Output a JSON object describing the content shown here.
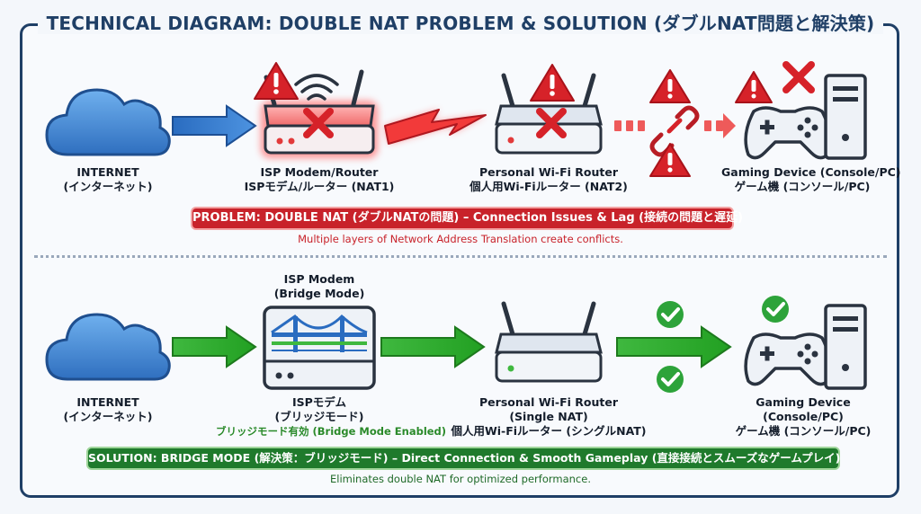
{
  "title": "TECHNICAL DIAGRAM: DOUBLE NAT PROBLEM & SOLUTION (ダブルNAT問題と解決策)",
  "problem": {
    "internet": {
      "line1": "INTERNET",
      "line2": "(インターネット)"
    },
    "isp": {
      "line1": "ISP Modem/Router",
      "line2": "ISPモデム/ルーター (NAT1)"
    },
    "router": {
      "line1": "Personal Wi-Fi Router",
      "line2": "個人用Wi-Fiルーター (NAT2)"
    },
    "gaming": {
      "line1": "Gaming Device (Console/PC)",
      "line2": "ゲーム機 (コンソール/PC)"
    },
    "banner": "PROBLEM:  DOUBLE NAT (ダブルNATの問題) – Connection Issues & Lag (接続の問題と遅延)",
    "note": "Multiple layers of Network Address Translation create conflicts."
  },
  "solution": {
    "modem_top": {
      "line1": "ISP Modem",
      "line2": "(Bridge Mode)"
    },
    "internet": {
      "line1": "INTERNET",
      "line2": "(インターネット)"
    },
    "isp": {
      "line1": "ISPモデム",
      "line2": "(ブリッジモード)",
      "line3": "ブリッジモード有効 (Bridge Mode Enabled)"
    },
    "router": {
      "line1": "Personal Wi-Fi Router",
      "line2": "(Single NAT)",
      "line3": "個人用Wi-Fiルーター (シングルNAT)"
    },
    "gaming": {
      "line1": "Gaming Device",
      "line2": "(Console/PC)",
      "line3": "ゲーム機 (コンソール/PC)"
    },
    "banner": "SOLUTION: BRIDGE MODE (解決策：ブリッジモード) – Direct Connection & Smooth Gameplay (直接接続とスムーズなゲームプレイ)",
    "note": "Eliminates double NAT for optimized performance."
  },
  "colors": {
    "frame": "#1f3f66",
    "problem_red": "#c8222a",
    "solution_green": "#1f7a2c",
    "cloud_blue": "#3f84d0",
    "device_gray": "#e7edf5"
  },
  "icons": [
    "cloud-icon",
    "router-icon",
    "warning-icon",
    "x-icon",
    "broken-link-icon",
    "gamepad-icon",
    "pc-tower-icon",
    "bridge-icon",
    "check-icon",
    "lightning-icon"
  ]
}
